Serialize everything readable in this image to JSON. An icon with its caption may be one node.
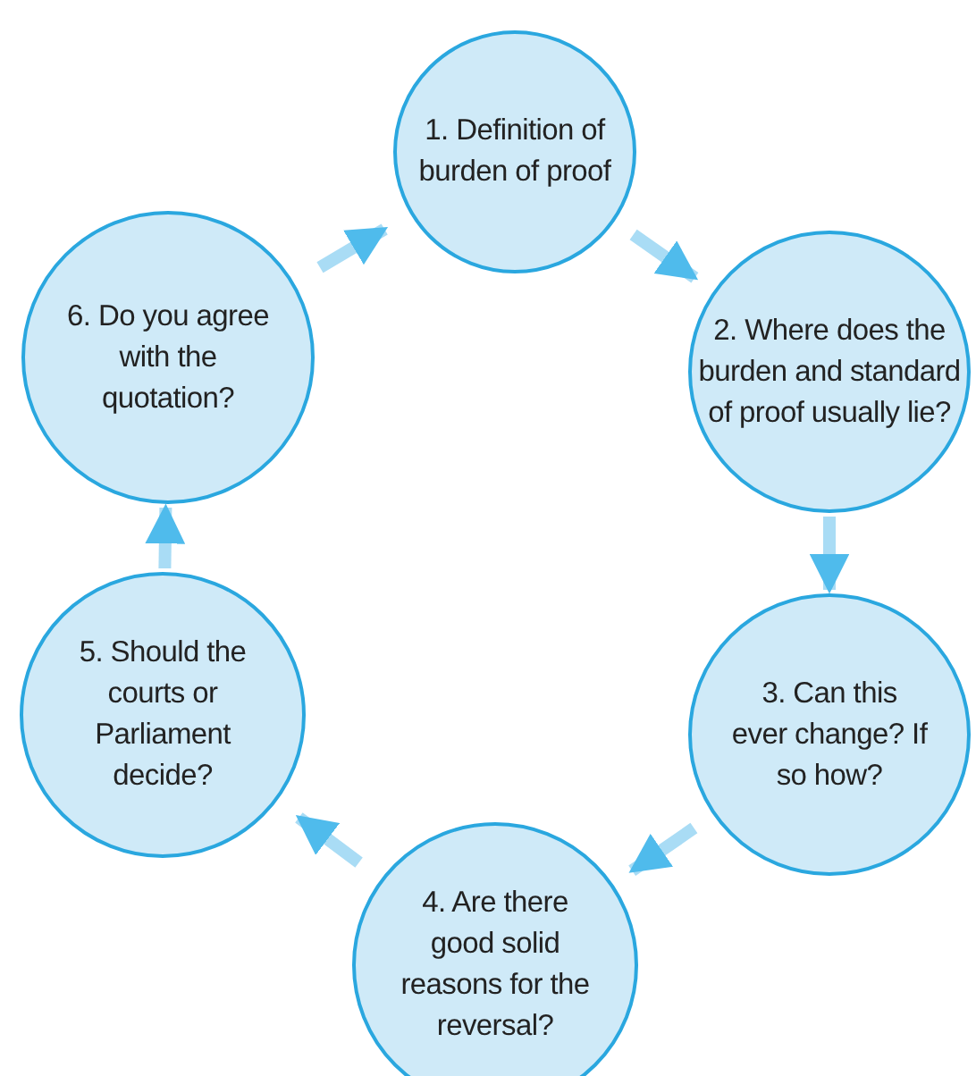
{
  "diagram": {
    "nodes": [
      {
        "text": [
          "1. Definition of burden of proof"
        ]
      },
      {
        "text": [
          "2. Where does the burden and standard of proof usually lie?"
        ]
      },
      {
        "text": [
          "3. Can this ever change? If so how?"
        ]
      },
      {
        "text": [
          "4. Are there good solid reasons for the reversal?"
        ]
      },
      {
        "text": [
          "5. Should the courts or Parliament decide?"
        ]
      },
      {
        "text": [
          "6. Do you agree with the quotation?"
        ]
      }
    ],
    "edges": [
      {
        "from": 0,
        "to": 1,
        "arrow": "to"
      },
      {
        "from": 1,
        "to": 2,
        "arrow": "to"
      },
      {
        "from": 2,
        "to": 3,
        "arrow": "to"
      },
      {
        "from": 3,
        "to": 4,
        "arrow": "to"
      },
      {
        "from": 4,
        "to": 5,
        "arrow": "to"
      },
      {
        "from": 5,
        "to": 0,
        "arrow": "to"
      }
    ]
  }
}
